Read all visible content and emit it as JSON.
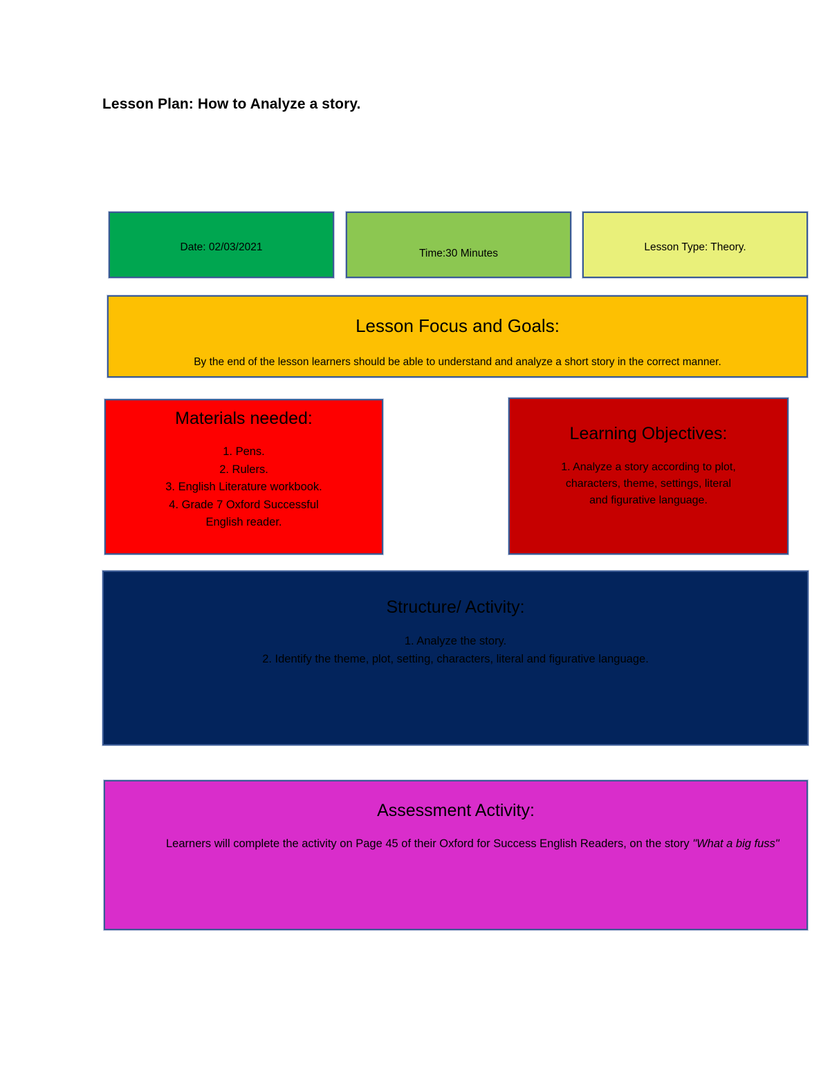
{
  "document": {
    "title": "Lesson Plan: How to Analyze a story."
  },
  "colors": {
    "border": "#3a5a94",
    "date_box": "#00a650",
    "time_box": "#8cc751",
    "type_box": "#e9f07a",
    "focus_box": "#fdc002",
    "materials_box": "#fe0000",
    "objectives_box": "#c60000",
    "structure_box": "#03245c",
    "assessment_box": "#d92dcb",
    "text": "#000000",
    "page_background": "#ffffff"
  },
  "info_row": {
    "date": "Date: 02/03/2021",
    "time": "Time:30 Minutes",
    "lesson_type": "Lesson Type: Theory."
  },
  "focus": {
    "heading": "Lesson Focus and Goals:",
    "body": "By the end of the lesson learners should be able to understand and analyze a short story in the correct manner."
  },
  "materials": {
    "heading": "Materials needed:",
    "items": [
      "1.    Pens.",
      "2.    Rulers.",
      "3.    English Literature workbook.",
      "4.    Grade 7 Oxford Successful",
      "English reader."
    ]
  },
  "objectives": {
    "heading": "Learning Objectives:",
    "items": [
      "1.    Analyze a story according to plot,",
      "characters, theme, settings, literal",
      "and figurative language."
    ]
  },
  "structure": {
    "heading": "Structure/ Activity:",
    "items": [
      "1.    Analyze the story.",
      "2.    Identify the theme, plot, setting, characters, literal and figurative language."
    ]
  },
  "assessment": {
    "heading": "Assessment Activity:",
    "body_before": "Learners will complete the activity on Page 45 of their Oxford for Success English Readers, on the story ",
    "story_title": "\"What a big fuss\""
  }
}
